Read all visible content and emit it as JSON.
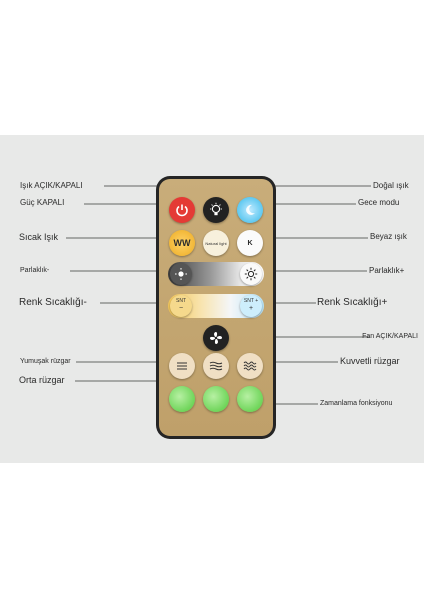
{
  "labels": {
    "isik_ac_kapa": "Işık AÇIK/KAPALI",
    "guc_kapali": "Güç KAPALI",
    "sicak_isik": "Sıcak Işık",
    "parlaklik_eksi": "Parlaklık-",
    "renk_sicakligi_eksi": "Renk Sıcaklığı-",
    "yumusak_ruzgar": "Yumuşak rüzgar",
    "orta_ruzgar": "Orta rüzgar",
    "dogal_isik": "Doğal ışık",
    "gece_modu": "Gece modu",
    "beyaz_isik": "Beyaz ışık",
    "parlaklik_arti": "Parlaklık+",
    "renk_sicakligi_arti": "Renk Sıcaklığı+",
    "fan_ac_kapa": "Fan AÇIK/KAPALI",
    "kuvvetli_ruzgar": "Kuvvetli rüzgar",
    "zamanlama": "Zamanlama fonksiyonu"
  },
  "buttons": {
    "ww": "WW",
    "natural": "Natural light",
    "k": "K",
    "snt_minus": "SNT",
    "minus": "−",
    "snt_plus": "SNT +",
    "plus": "+"
  },
  "colors": {
    "power": "#e43a35",
    "accent_blue": "#5ec8f0",
    "ww": "#f1b534",
    "fan_green": "#6fd55a",
    "remote_body": "#c3a671"
  },
  "icons": [
    "power-icon",
    "bulb-icon",
    "moon-icon",
    "brightness-down-icon",
    "brightness-up-icon",
    "fan-icon",
    "wind-low-icon",
    "wind-mid-icon",
    "wind-high-icon"
  ]
}
